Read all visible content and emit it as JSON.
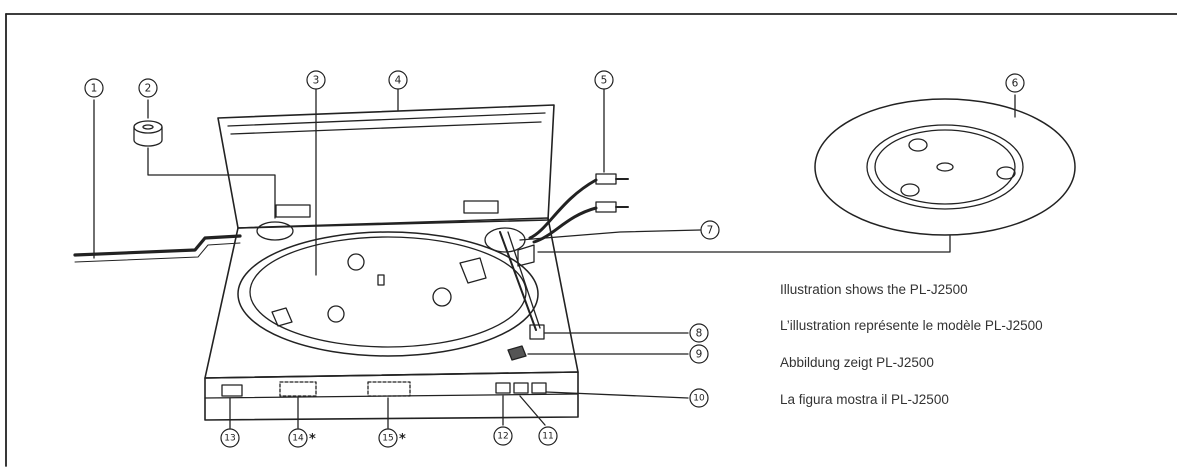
{
  "callouts": {
    "c1": "1",
    "c2": "2",
    "c3": "3",
    "c4": "4",
    "c5": "5",
    "c6": "6",
    "c7": "7",
    "c8": "8",
    "c9": "9",
    "c10": "10",
    "c11": "11",
    "c12": "12",
    "c13": "13",
    "c14": "14",
    "c15": "15"
  },
  "asterisk": "*",
  "captions": [
    "Illustration shows the PL-J2500",
    "L’illustration représente le modèle PL-J2500",
    "Abbildung zeigt PL-J2500",
    "La figura mostra il PL-J2500"
  ]
}
